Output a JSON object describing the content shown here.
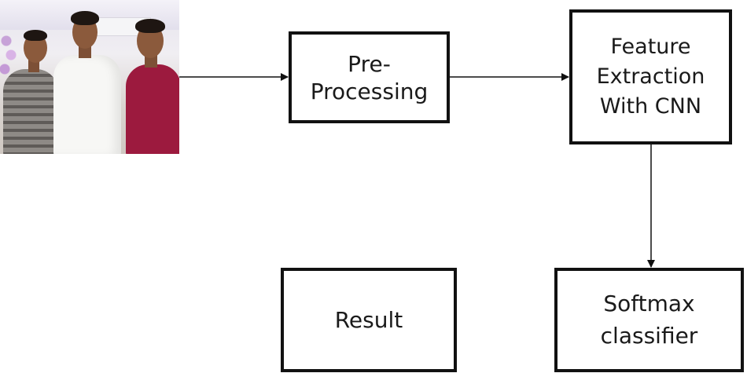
{
  "diagram": {
    "nodes": {
      "input": {
        "label": ""
      },
      "preprocessing": {
        "label": "Pre-\nProcessing"
      },
      "feature_extraction": {
        "label": "Feature\nExtraction\nWith CNN"
      },
      "softmax": {
        "label": "Softmax\nclassifier"
      },
      "result": {
        "label": "Result"
      }
    },
    "edges": [
      {
        "from": "input",
        "to": "preprocessing"
      },
      {
        "from": "preprocessing",
        "to": "feature_extraction"
      },
      {
        "from": "feature_extraction",
        "to": "softmax"
      }
    ],
    "colors": {
      "stroke": "#111111",
      "text": "#1a1a1a",
      "background": "#ffffff"
    }
  }
}
